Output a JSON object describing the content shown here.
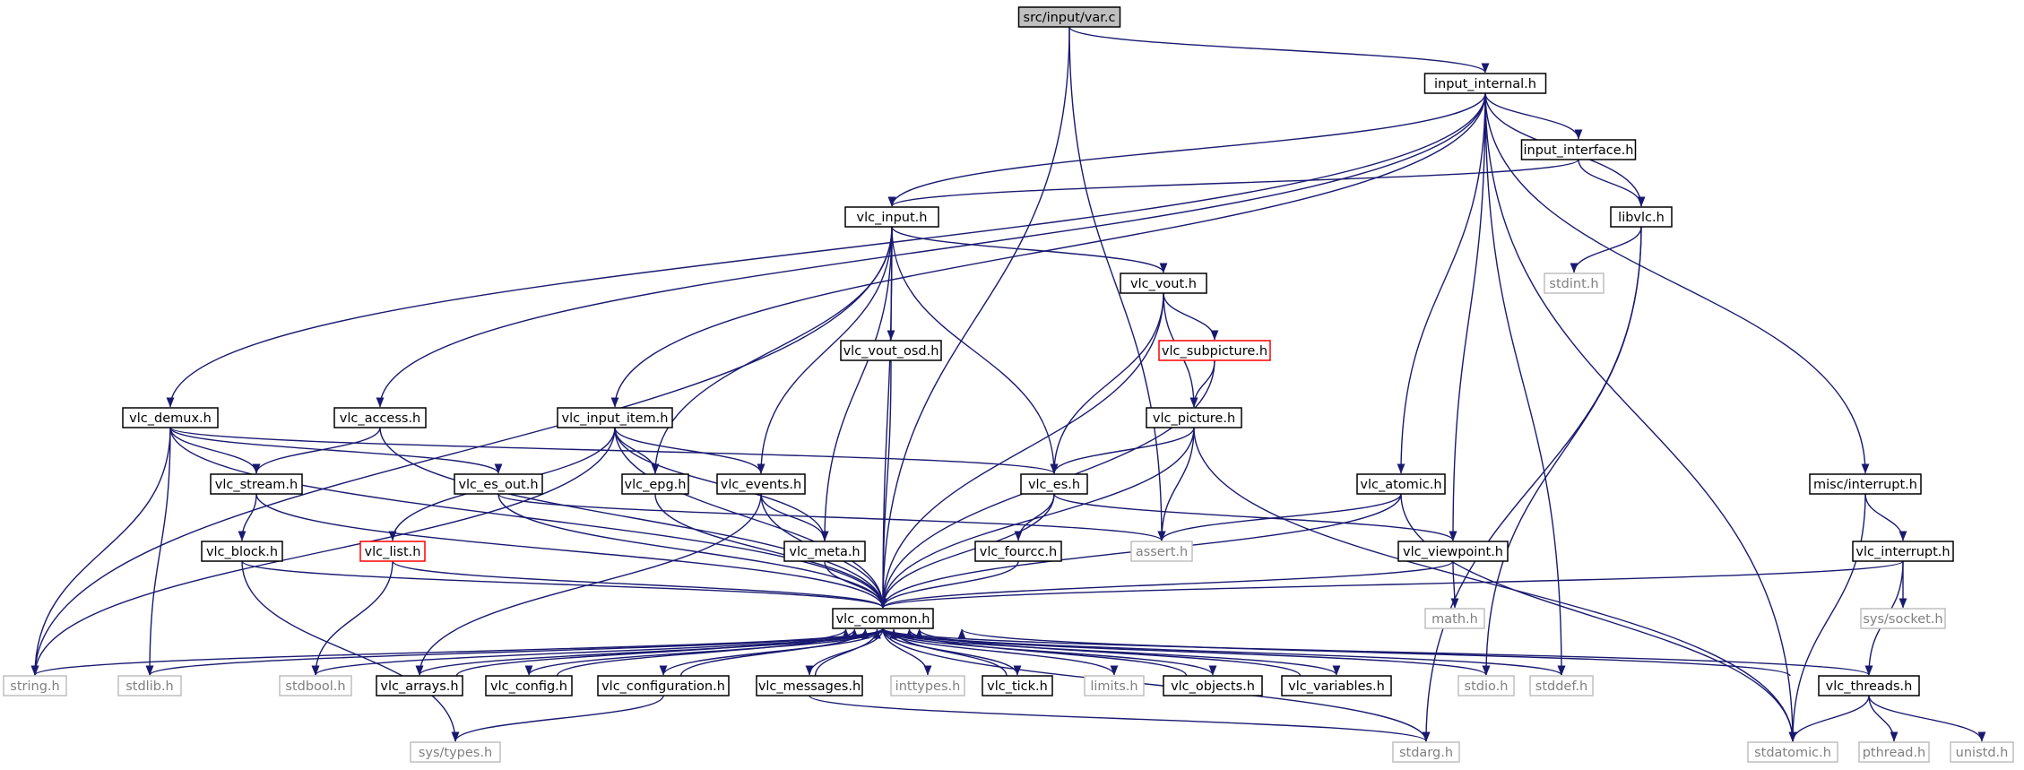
{
  "colors": {
    "edge": "#191970",
    "local_border": "#000000",
    "system_border": "#bfbfbf",
    "system_text": "#808080",
    "broken_border": "#ff0000",
    "root_fill": "#bfbfbf",
    "node_fill": "#ffffff",
    "text": "#000000"
  },
  "nodes": [
    {
      "id": "var_c",
      "label": "src/input/var.c",
      "kind": "root"
    },
    {
      "id": "input_internal",
      "label": "input_internal.h",
      "kind": "local"
    },
    {
      "id": "input_interface",
      "label": "input_interface.h",
      "kind": "local"
    },
    {
      "id": "libvlc",
      "label": "libvlc.h",
      "kind": "local"
    },
    {
      "id": "stdint",
      "label": "stdint.h",
      "kind": "system"
    },
    {
      "id": "vlc_input",
      "label": "vlc_input.h",
      "kind": "local"
    },
    {
      "id": "vlc_vout",
      "label": "vlc_vout.h",
      "kind": "local"
    },
    {
      "id": "vlc_vout_osd",
      "label": "vlc_vout_osd.h",
      "kind": "local"
    },
    {
      "id": "vlc_subpicture",
      "label": "vlc_subpicture.h",
      "kind": "broken"
    },
    {
      "id": "vlc_picture",
      "label": "vlc_picture.h",
      "kind": "local"
    },
    {
      "id": "vlc_demux",
      "label": "vlc_demux.h",
      "kind": "local"
    },
    {
      "id": "vlc_access",
      "label": "vlc_access.h",
      "kind": "local"
    },
    {
      "id": "vlc_input_item",
      "label": "vlc_input_item.h",
      "kind": "local"
    },
    {
      "id": "vlc_stream",
      "label": "vlc_stream.h",
      "kind": "local"
    },
    {
      "id": "vlc_es_out",
      "label": "vlc_es_out.h",
      "kind": "local"
    },
    {
      "id": "vlc_epg",
      "label": "vlc_epg.h",
      "kind": "local"
    },
    {
      "id": "vlc_events",
      "label": "vlc_events.h",
      "kind": "local"
    },
    {
      "id": "vlc_es",
      "label": "vlc_es.h",
      "kind": "local"
    },
    {
      "id": "vlc_atomic",
      "label": "vlc_atomic.h",
      "kind": "local"
    },
    {
      "id": "misc_interrupt",
      "label": "misc/interrupt.h",
      "kind": "local"
    },
    {
      "id": "vlc_block",
      "label": "vlc_block.h",
      "kind": "local"
    },
    {
      "id": "vlc_list",
      "label": "vlc_list.h",
      "kind": "broken"
    },
    {
      "id": "vlc_meta",
      "label": "vlc_meta.h",
      "kind": "local"
    },
    {
      "id": "vlc_fourcc",
      "label": "vlc_fourcc.h",
      "kind": "local"
    },
    {
      "id": "assert",
      "label": "assert.h",
      "kind": "system"
    },
    {
      "id": "vlc_viewpoint",
      "label": "vlc_viewpoint.h",
      "kind": "local"
    },
    {
      "id": "vlc_interrupt",
      "label": "vlc_interrupt.h",
      "kind": "local"
    },
    {
      "id": "math",
      "label": "math.h",
      "kind": "system"
    },
    {
      "id": "sys_socket",
      "label": "sys/socket.h",
      "kind": "system"
    },
    {
      "id": "vlc_common",
      "label": "vlc_common.h",
      "kind": "local"
    },
    {
      "id": "string",
      "label": "string.h",
      "kind": "system"
    },
    {
      "id": "stdlib",
      "label": "stdlib.h",
      "kind": "system"
    },
    {
      "id": "stdbool",
      "label": "stdbool.h",
      "kind": "system"
    },
    {
      "id": "vlc_arrays",
      "label": "vlc_arrays.h",
      "kind": "local"
    },
    {
      "id": "vlc_config",
      "label": "vlc_config.h",
      "kind": "local"
    },
    {
      "id": "vlc_configuration",
      "label": "vlc_configuration.h",
      "kind": "local"
    },
    {
      "id": "vlc_messages",
      "label": "vlc_messages.h",
      "kind": "local"
    },
    {
      "id": "inttypes",
      "label": "inttypes.h",
      "kind": "system"
    },
    {
      "id": "vlc_tick",
      "label": "vlc_tick.h",
      "kind": "local"
    },
    {
      "id": "limits",
      "label": "limits.h",
      "kind": "system"
    },
    {
      "id": "vlc_objects",
      "label": "vlc_objects.h",
      "kind": "local"
    },
    {
      "id": "vlc_variables",
      "label": "vlc_variables.h",
      "kind": "local"
    },
    {
      "id": "stdio",
      "label": "stdio.h",
      "kind": "system"
    },
    {
      "id": "stddef",
      "label": "stddef.h",
      "kind": "system"
    },
    {
      "id": "vlc_threads",
      "label": "vlc_threads.h",
      "kind": "local"
    },
    {
      "id": "sys_types",
      "label": "sys/types.h",
      "kind": "system"
    },
    {
      "id": "stdarg",
      "label": "stdarg.h",
      "kind": "system"
    },
    {
      "id": "stdatomic",
      "label": "stdatomic.h",
      "kind": "system"
    },
    {
      "id": "pthread",
      "label": "pthread.h",
      "kind": "system"
    },
    {
      "id": "unistd",
      "label": "unistd.h",
      "kind": "system"
    }
  ],
  "edges": [
    [
      "var_c",
      "input_internal"
    ],
    [
      "var_c",
      "vlc_common"
    ],
    [
      "var_c",
      "assert"
    ],
    [
      "input_internal",
      "vlc_demux"
    ],
    [
      "input_internal",
      "vlc_input"
    ],
    [
      "input_internal",
      "input_interface"
    ],
    [
      "input_internal",
      "libvlc"
    ],
    [
      "input_internal",
      "vlc_access"
    ],
    [
      "input_internal",
      "vlc_input_item"
    ],
    [
      "input_internal",
      "vlc_atomic"
    ],
    [
      "input_internal",
      "vlc_viewpoint"
    ],
    [
      "input_internal",
      "stddef"
    ],
    [
      "input_internal",
      "stdatomic"
    ],
    [
      "input_internal",
      "misc_interrupt"
    ],
    [
      "input_interface",
      "vlc_input"
    ],
    [
      "input_interface",
      "libvlc"
    ],
    [
      "libvlc",
      "stdint"
    ],
    [
      "libvlc",
      "stdio"
    ],
    [
      "libvlc",
      "stdarg"
    ],
    [
      "vlc_input",
      "vlc_vout"
    ],
    [
      "vlc_input",
      "vlc_vout_osd"
    ],
    [
      "vlc_input",
      "vlc_es"
    ],
    [
      "vlc_input",
      "vlc_epg"
    ],
    [
      "vlc_input",
      "vlc_events"
    ],
    [
      "vlc_input",
      "vlc_meta"
    ],
    [
      "vlc_input",
      "vlc_common"
    ],
    [
      "vlc_input",
      "string"
    ],
    [
      "vlc_vout",
      "vlc_subpicture"
    ],
    [
      "vlc_vout",
      "vlc_picture"
    ],
    [
      "vlc_vout",
      "vlc_es"
    ],
    [
      "vlc_vout",
      "vlc_common"
    ],
    [
      "vlc_vout_osd",
      "vlc_common"
    ],
    [
      "vlc_subpicture",
      "vlc_picture"
    ],
    [
      "vlc_subpicture",
      "vlc_common"
    ],
    [
      "vlc_picture",
      "vlc_es"
    ],
    [
      "vlc_picture",
      "assert"
    ],
    [
      "vlc_picture",
      "vlc_common"
    ],
    [
      "vlc_picture",
      "stdatomic"
    ],
    [
      "vlc_demux",
      "vlc_stream"
    ],
    [
      "vlc_demux",
      "vlc_es_out"
    ],
    [
      "vlc_demux",
      "vlc_es"
    ],
    [
      "vlc_demux",
      "vlc_common"
    ],
    [
      "vlc_demux",
      "string"
    ],
    [
      "vlc_demux",
      "stdlib"
    ],
    [
      "vlc_access",
      "vlc_stream"
    ],
    [
      "vlc_access",
      "vlc_common"
    ],
    [
      "vlc_input_item",
      "vlc_epg"
    ],
    [
      "vlc_input_item",
      "vlc_events"
    ],
    [
      "vlc_input_item",
      "vlc_meta"
    ],
    [
      "vlc_input_item",
      "vlc_list"
    ],
    [
      "vlc_input_item",
      "vlc_common"
    ],
    [
      "vlc_input_item",
      "string"
    ],
    [
      "vlc_stream",
      "vlc_block"
    ],
    [
      "vlc_stream",
      "vlc_common"
    ],
    [
      "vlc_es_out",
      "vlc_common"
    ],
    [
      "vlc_es_out",
      "assert"
    ],
    [
      "vlc_epg",
      "vlc_common"
    ],
    [
      "vlc_events",
      "vlc_meta"
    ],
    [
      "vlc_events",
      "vlc_arrays"
    ],
    [
      "vlc_events",
      "vlc_common"
    ],
    [
      "vlc_es",
      "vlc_fourcc"
    ],
    [
      "vlc_es",
      "vlc_viewpoint"
    ],
    [
      "vlc_es",
      "vlc_common"
    ],
    [
      "vlc_atomic",
      "assert"
    ],
    [
      "vlc_atomic",
      "vlc_common"
    ],
    [
      "vlc_atomic",
      "stdatomic"
    ],
    [
      "misc_interrupt",
      "vlc_interrupt"
    ],
    [
      "misc_interrupt",
      "stdatomic"
    ],
    [
      "vlc_block",
      "vlc_common"
    ],
    [
      "vlc_block",
      "sys_types"
    ],
    [
      "vlc_list",
      "vlc_common"
    ],
    [
      "vlc_list",
      "stdbool"
    ],
    [
      "vlc_meta",
      "vlc_common"
    ],
    [
      "vlc_fourcc",
      "vlc_common"
    ],
    [
      "vlc_viewpoint",
      "vlc_common"
    ],
    [
      "vlc_viewpoint",
      "math"
    ],
    [
      "vlc_interrupt",
      "vlc_common"
    ],
    [
      "vlc_interrupt",
      "sys_socket"
    ],
    [
      "vlc_interrupt",
      "vlc_threads"
    ],
    [
      "vlc_common",
      "string"
    ],
    [
      "vlc_common",
      "stdlib"
    ],
    [
      "vlc_common",
      "stdbool"
    ],
    [
      "vlc_common",
      "vlc_arrays"
    ],
    [
      "vlc_common",
      "vlc_config"
    ],
    [
      "vlc_common",
      "vlc_configuration"
    ],
    [
      "vlc_common",
      "vlc_messages"
    ],
    [
      "vlc_common",
      "inttypes"
    ],
    [
      "vlc_common",
      "vlc_tick"
    ],
    [
      "vlc_common",
      "limits"
    ],
    [
      "vlc_common",
      "vlc_objects"
    ],
    [
      "vlc_common",
      "vlc_variables"
    ],
    [
      "vlc_common",
      "stdio"
    ],
    [
      "vlc_common",
      "stddef"
    ],
    [
      "vlc_common",
      "vlc_threads"
    ],
    [
      "vlc_common",
      "stdarg"
    ],
    [
      "vlc_arrays",
      "vlc_common"
    ],
    [
      "vlc_config",
      "vlc_common"
    ],
    [
      "vlc_configuration",
      "vlc_common"
    ],
    [
      "vlc_configuration",
      "sys_types"
    ],
    [
      "vlc_messages",
      "vlc_common"
    ],
    [
      "vlc_messages",
      "stdarg"
    ],
    [
      "vlc_tick",
      "vlc_common"
    ],
    [
      "vlc_objects",
      "vlc_common"
    ],
    [
      "vlc_variables",
      "vlc_common"
    ],
    [
      "vlc_threads",
      "vlc_common"
    ],
    [
      "vlc_threads",
      "stdatomic"
    ],
    [
      "vlc_threads",
      "pthread"
    ],
    [
      "vlc_threads",
      "unistd"
    ]
  ]
}
